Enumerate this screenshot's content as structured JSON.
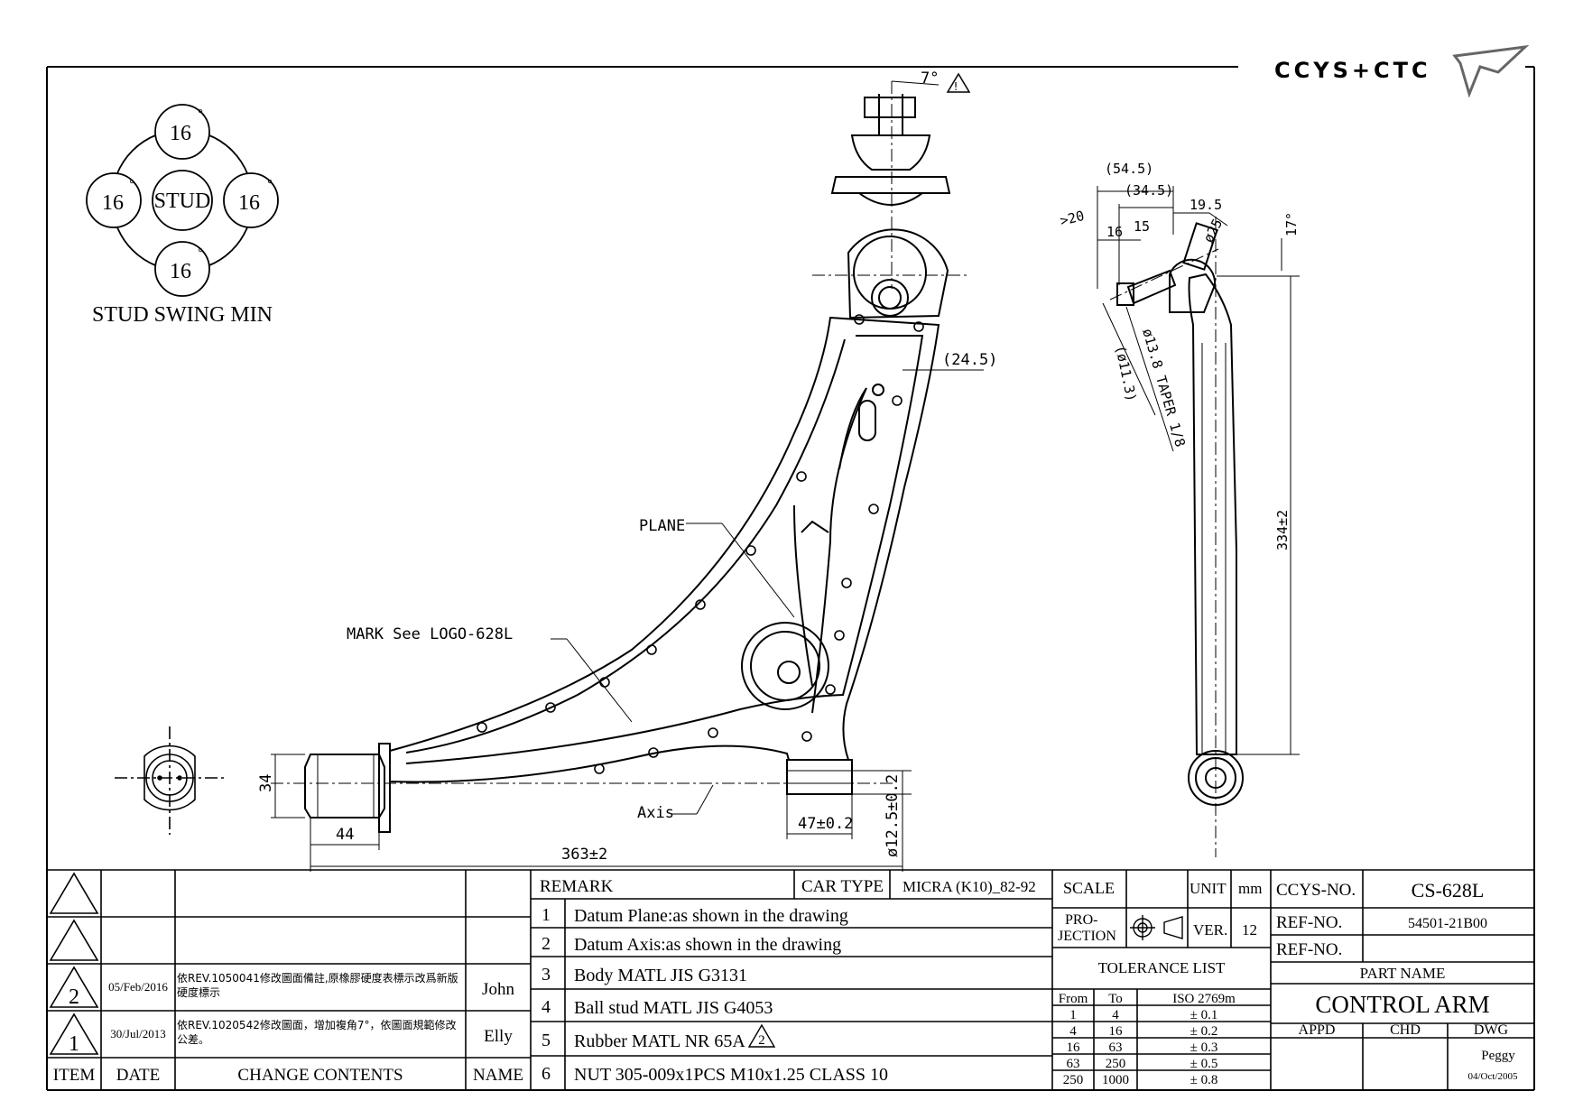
{
  "brand": {
    "logo_text": "CCYS+CTC"
  },
  "stud_swing": {
    "center_label": "STUD",
    "angles": [
      "16",
      "16",
      "16",
      "16"
    ],
    "degree_mark": "°",
    "caption": "STUD SWING MIN"
  },
  "drawing": {
    "angle_note": "7°",
    "labels": {
      "plane": "PLANE",
      "mark": "MARK See LOGO-628L",
      "axis": "Axis"
    },
    "dims_front": {
      "d_24_5": "(24.5)",
      "d_34": "34",
      "d_44": "44",
      "d_363": "363±2",
      "d_47": "47±0.2",
      "d_12_5": "ø12.5±0.2"
    },
    "dims_side": {
      "d_54_5": "(54.5)",
      "d_34_5": "(34.5)",
      "d_20": ">20",
      "d_16": "16",
      "d_15": "15",
      "d_19_5": "19.5",
      "d_25": "ø25",
      "d_17": "17°",
      "d_11_3": "(ø11.3)",
      "d_taper": "ø13.8 TAPER 1/8",
      "d_334": "334±2"
    }
  },
  "revision_block": {
    "rows": [
      {
        "rev": "",
        "date": "",
        "content": "",
        "name": ""
      },
      {
        "rev": "",
        "date": "",
        "content": "",
        "name": ""
      },
      {
        "rev": "2",
        "date": "05/Feb/2016",
        "content": "依REV.1050041修改圖面備註,原橡膠硬度表標示改爲新版硬度標示",
        "name": "John"
      },
      {
        "rev": "1",
        "date": "30/Jul/2013",
        "content": "依REV.1020542修改圖面，增加複角7°，依圖面規範修改公差。",
        "name": "Elly"
      }
    ],
    "headers": {
      "item": "ITEM",
      "date": "DATE",
      "content": "CHANGE CONTENTS",
      "name": "NAME"
    }
  },
  "remarks": {
    "header": "REMARK",
    "car_type_label": "CAR TYPE",
    "car_type": "MICRA (K10)_82-92",
    "items": [
      {
        "num": "1",
        "text": "Datum Plane:as shown in the drawing"
      },
      {
        "num": "2",
        "text": "Datum Axis:as shown in the drawing"
      },
      {
        "num": "3",
        "text": "Body MATL JIS G3131"
      },
      {
        "num": "4",
        "text": "Ball stud MATL JIS G4053"
      },
      {
        "num": "5",
        "text": "Rubber MATL NR 65A",
        "rev_mark": "2"
      },
      {
        "num": "6",
        "text": "NUT 305-009x1PCS M10x1.25 CLASS 10"
      }
    ]
  },
  "scale_block": {
    "scale_label": "SCALE",
    "scale_value": "",
    "unit_label": "UNIT",
    "unit_value": "mm",
    "projection_label_1": "PRO-",
    "projection_label_2": "JECTION",
    "ver_label": "VER.",
    "ver_value": "12",
    "tolerance_title": "TOLERANCE LIST",
    "tol_headers": {
      "from": "From",
      "to": "To",
      "iso": "ISO 2769m"
    },
    "tolerances": [
      {
        "from": "1",
        "to": "4",
        "tol": "± 0.1"
      },
      {
        "from": "4",
        "to": "16",
        "tol": "± 0.2"
      },
      {
        "from": "16",
        "to": "63",
        "tol": "± 0.3"
      },
      {
        "from": "63",
        "to": "250",
        "tol": "± 0.5"
      },
      {
        "from": "250",
        "to": "1000",
        "tol": "± 0.8"
      }
    ]
  },
  "part_block": {
    "ccys_no_label": "CCYS-NO.",
    "ccys_no": "CS-628L",
    "ref_no_label_1": "REF-NO.",
    "ref_no_1": "54501-21B00",
    "ref_no_label_2": "REF-NO.",
    "ref_no_2": "",
    "part_name_label": "PART NAME",
    "part_name": "CONTROL ARM",
    "appd_label": "APPD",
    "chd_label": "CHD",
    "dwg_label": "DWG",
    "dwg_name": "Peggy",
    "dwg_date": "04/Oct/2005"
  }
}
